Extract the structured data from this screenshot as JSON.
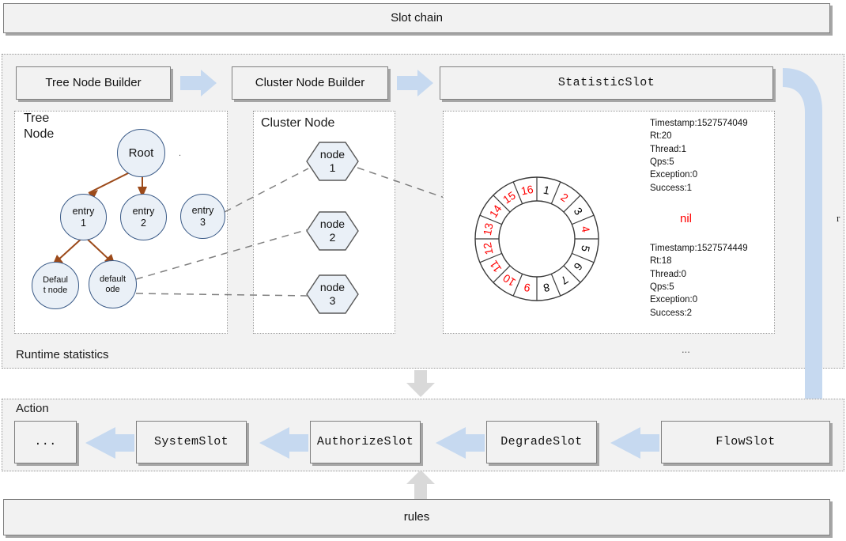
{
  "header": {
    "title": "Slot chain"
  },
  "pipeline_top": {
    "boxes": [
      {
        "label": "Tree Node Builder",
        "style": "sans"
      },
      {
        "label": "Cluster Node Builder",
        "style": "sans"
      },
      {
        "label": "StatisticSlot",
        "style": "mono"
      }
    ],
    "arrow_icons": [
      "arrow-right-icon",
      "arrow-right-icon"
    ]
  },
  "runtime": {
    "label": "Runtime statistics",
    "ellipsis": "...",
    "tree_panel": {
      "title": "Tree\nNode",
      "nodes": [
        {
          "id": "root",
          "label": "Root"
        },
        {
          "id": "entry1",
          "label": "entry\n1"
        },
        {
          "id": "entry2",
          "label": "entry\n2"
        },
        {
          "id": "entry3",
          "label": "entry\n3"
        },
        {
          "id": "defaultnode1",
          "label": "Defaul\nt node"
        },
        {
          "id": "defaultnode2",
          "label": "default\node"
        }
      ]
    },
    "cluster_panel": {
      "title": "Cluster Node",
      "nodes": [
        {
          "id": "node1",
          "label": "node\n1"
        },
        {
          "id": "node2",
          "label": "node\n2"
        },
        {
          "id": "node3",
          "label": "node\n3"
        }
      ]
    },
    "ring": {
      "segment_count": 16,
      "segments": [
        {
          "value": "1",
          "color": "#000000"
        },
        {
          "value": "2",
          "color": "#ff0000"
        },
        {
          "value": "3",
          "color": "#000000"
        },
        {
          "value": "4",
          "color": "#ff0000"
        },
        {
          "value": "5",
          "color": "#000000"
        },
        {
          "value": "6",
          "color": "#000000"
        },
        {
          "value": "7",
          "color": "#000000"
        },
        {
          "value": "8",
          "color": "#000000"
        },
        {
          "value": "9",
          "color": "#ff0000"
        },
        {
          "value": "10",
          "color": "#ff0000"
        },
        {
          "value": "11",
          "color": "#ff0000"
        },
        {
          "value": "12",
          "color": "#ff0000"
        },
        {
          "value": "13",
          "color": "#ff0000"
        },
        {
          "value": "14",
          "color": "#ff0000"
        },
        {
          "value": "15",
          "color": "#ff0000"
        },
        {
          "value": "16",
          "color": "#ff0000"
        }
      ]
    },
    "stats_top": "Timestamp:1527574049\nRt:20\nThread:1\nQps:5\nException:0\nSuccess:1",
    "stats_bottom": "Timestamp:1527574449\nRt:18\nThread:0\nQps:5\nException:0\nSuccess:2",
    "nil_label": "nil",
    "stray_char": "r"
  },
  "action": {
    "label": "Action",
    "boxes": [
      {
        "label": "...",
        "style": "mono"
      },
      {
        "label": "SystemSlot",
        "style": "mono"
      },
      {
        "label": "AuthorizeSlot",
        "style": "mono"
      },
      {
        "label": "DegradeSlot",
        "style": "mono"
      },
      {
        "label": "FlowSlot",
        "style": "mono"
      }
    ],
    "arrow_icons": [
      "arrow-left-icon",
      "arrow-left-icon",
      "arrow-left-icon",
      "arrow-left-icon"
    ]
  },
  "rules": {
    "label": "rules"
  },
  "colors": {
    "box_fill": "#f2f2f2",
    "box_border": "#7f7f7f",
    "arrow_blue": "#c6d9f0",
    "arrow_gray": "#d9d9d9",
    "tree_edge": "#9c4a1a",
    "dashed_gray": "#808080",
    "node_fill": "#eaf0f7",
    "node_border": "#3a5a87",
    "red": "#ff0000"
  }
}
